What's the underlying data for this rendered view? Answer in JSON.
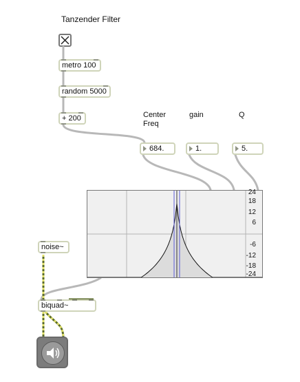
{
  "patch": {
    "title": "Tanzender Filter",
    "objects": {
      "metro": "metro 100",
      "random": "random 5000",
      "plus": "+ 200",
      "noise": "noise~",
      "biquad": "biquad~"
    },
    "param_labels": {
      "center_line1": "Center",
      "center_line2": "Freq",
      "gain": "gain",
      "q": "Q"
    },
    "numbers": {
      "center_freq": "684.",
      "gain": "1.",
      "q": "5."
    },
    "toggle": {
      "checked": true,
      "icon": "x-icon"
    },
    "dac": {
      "icon": "speaker-icon"
    }
  },
  "filtergraph": {
    "y_tick_labels": [
      "24",
      "18",
      "12",
      "6",
      "-6",
      "-12",
      "-18",
      "-24"
    ],
    "y_ticks": [
      24,
      18,
      12,
      6,
      -6,
      -12,
      -18,
      -24
    ],
    "y_range_db": [
      -24,
      24
    ],
    "peak_db": 17,
    "colors": {
      "fill": "#dcdcdc",
      "curve": "#111111",
      "marker": "#5b5bd6"
    }
  }
}
